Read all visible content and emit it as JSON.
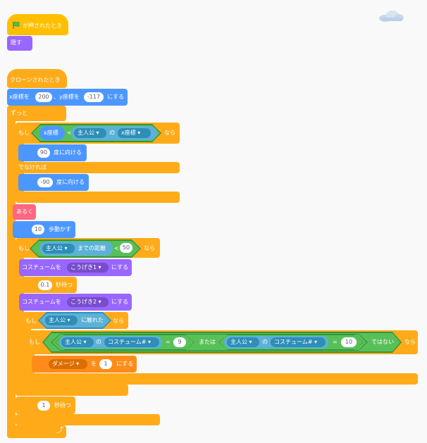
{
  "script1": {
    "hat_label": "が押されたとき",
    "hide_label": "隠す"
  },
  "script2": {
    "clone_hat_label": "クローンされたとき",
    "goto": {
      "x_label": "x座標を",
      "x_value": "200",
      "sep": "、y座標を",
      "y_value": "-117",
      "end": "にする"
    },
    "forever_label": "ずっと",
    "if1": {
      "if_label": "もし",
      "x_pos_reporter": "x座標",
      "lt": "<",
      "sprite_menu": "主人公",
      "of_label": "の",
      "attr_menu": "x座標",
      "then_label": "なら",
      "turn1_value": "90",
      "turn1_label": "度に向ける",
      "else_label": "でなければ",
      "turn2_value": "-90",
      "turn2_label": "度に向ける"
    },
    "walk_label": "あるく",
    "move": {
      "value": "10",
      "label": "歩動かす"
    },
    "if2": {
      "if_label": "もし",
      "distance_menu": "主人公",
      "distance_label": "までの距離",
      "lt": "<",
      "value": "50",
      "then_label": "なら",
      "costume1": {
        "label": "コスチュームを",
        "menu": "こうげき1",
        "end": "にする"
      },
      "wait1": {
        "value": "0.1",
        "label": "秒待つ"
      },
      "costume2": {
        "label": "コスチュームを",
        "menu": "こうげき2",
        "end": "にする"
      },
      "if3": {
        "if_label": "もし",
        "touch_menu": "主人公",
        "touch_label": "に触れた",
        "then_label": "なら",
        "if4": {
          "if_label": "もし",
          "a_sprite": "主人公",
          "a_of": "の",
          "a_attr": "コスチューム#",
          "a_eq": "=",
          "a_value": "9",
          "or_label": "または",
          "b_sprite": "主人公",
          "b_of": "の",
          "b_attr": "コスチューム#",
          "b_eq": "=",
          "b_value": "10",
          "not_label": "ではない",
          "then_label": "なら",
          "setvar": {
            "var_menu": "ダメージ",
            "to_label": "を",
            "value": "1",
            "end": "にする"
          }
        }
      }
    },
    "wait2": {
      "value": "1",
      "label": "秒待つ"
    },
    "loop_arrow": "⤴"
  }
}
